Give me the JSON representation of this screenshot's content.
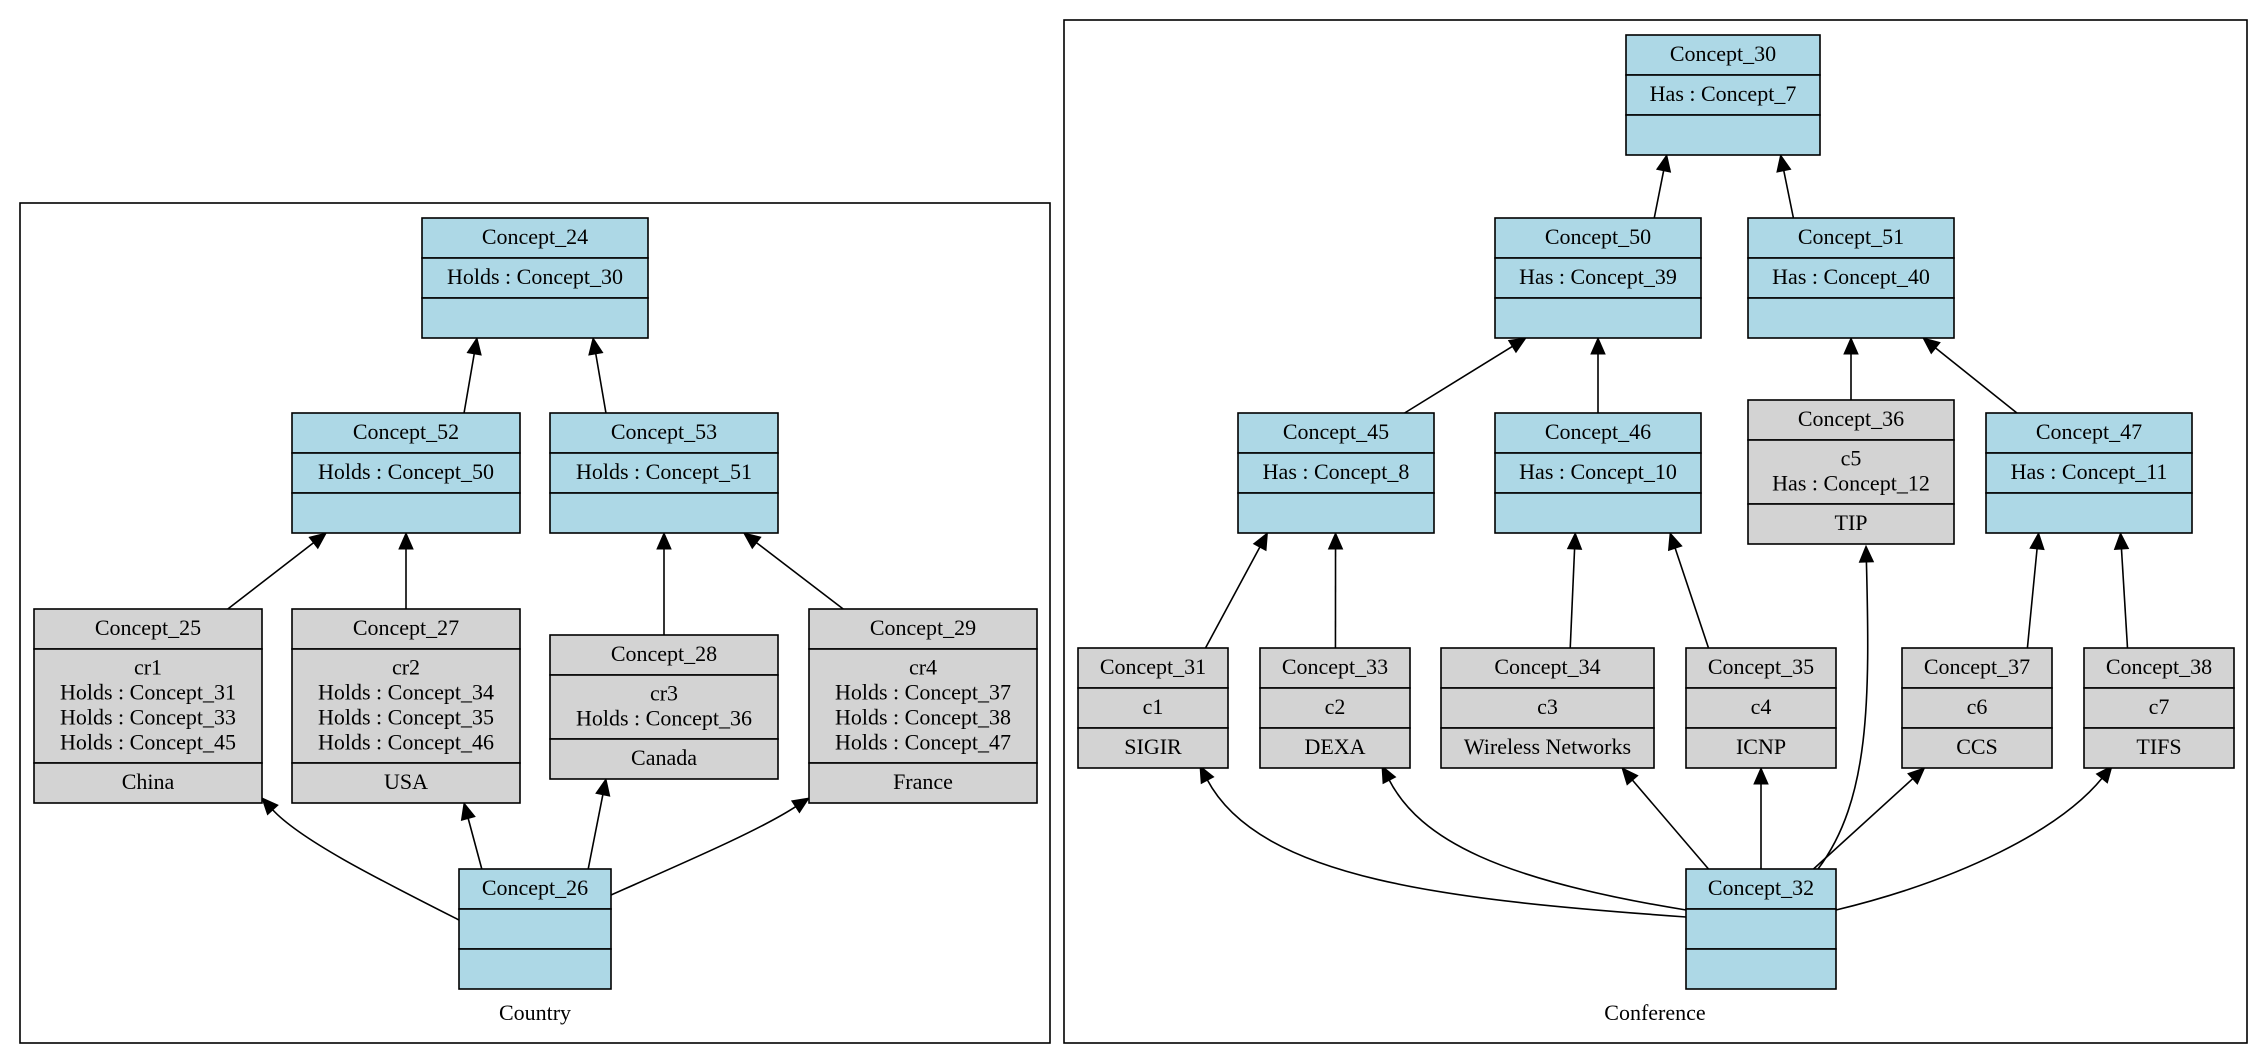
{
  "clusters": {
    "country": {
      "label": "Country"
    },
    "conference": {
      "label": "Conference"
    }
  },
  "colors": {
    "concept": "#add8e6",
    "instance": "#d3d3d3",
    "line": "#000000"
  },
  "nodes": {
    "c24": {
      "title": "Concept_24",
      "attrs": [
        "Holds : Concept_30"
      ],
      "extra": []
    },
    "c52": {
      "title": "Concept_52",
      "attrs": [
        "Holds : Concept_50"
      ],
      "extra": []
    },
    "c53": {
      "title": "Concept_53",
      "attrs": [
        "Holds : Concept_51"
      ],
      "extra": []
    },
    "c25": {
      "title": "Concept_25",
      "attrs": [
        "cr1",
        "Holds : Concept_31",
        "Holds : Concept_33",
        "Holds : Concept_45"
      ],
      "extra": [
        "China"
      ]
    },
    "c27": {
      "title": "Concept_27",
      "attrs": [
        "cr2",
        "Holds : Concept_34",
        "Holds : Concept_35",
        "Holds : Concept_46"
      ],
      "extra": [
        "USA"
      ]
    },
    "c28": {
      "title": "Concept_28",
      "attrs": [
        "cr3",
        "Holds : Concept_36"
      ],
      "extra": [
        "Canada"
      ]
    },
    "c29": {
      "title": "Concept_29",
      "attrs": [
        "cr4",
        "Holds : Concept_37",
        "Holds : Concept_38",
        "Holds : Concept_47"
      ],
      "extra": [
        "France"
      ]
    },
    "c26": {
      "title": "Concept_26",
      "attrs": [],
      "extra": []
    },
    "c30": {
      "title": "Concept_30",
      "attrs": [
        "Has : Concept_7"
      ],
      "extra": []
    },
    "c50": {
      "title": "Concept_50",
      "attrs": [
        "Has : Concept_39"
      ],
      "extra": []
    },
    "c51": {
      "title": "Concept_51",
      "attrs": [
        "Has : Concept_40"
      ],
      "extra": []
    },
    "c45": {
      "title": "Concept_45",
      "attrs": [
        "Has : Concept_8"
      ],
      "extra": []
    },
    "c46": {
      "title": "Concept_46",
      "attrs": [
        "Has : Concept_10"
      ],
      "extra": []
    },
    "c36": {
      "title": "Concept_36",
      "attrs": [
        "c5",
        "Has : Concept_12"
      ],
      "extra": [
        "TIP"
      ]
    },
    "c47": {
      "title": "Concept_47",
      "attrs": [
        "Has : Concept_11"
      ],
      "extra": []
    },
    "c31": {
      "title": "Concept_31",
      "attrs": [
        "c1"
      ],
      "extra": [
        "SIGIR"
      ]
    },
    "c33": {
      "title": "Concept_33",
      "attrs": [
        "c2"
      ],
      "extra": [
        "DEXA"
      ]
    },
    "c34": {
      "title": "Concept_34",
      "attrs": [
        "c3"
      ],
      "extra": [
        "Wireless Networks"
      ]
    },
    "c35": {
      "title": "Concept_35",
      "attrs": [
        "c4"
      ],
      "extra": [
        "ICNP"
      ]
    },
    "c37": {
      "title": "Concept_37",
      "attrs": [
        "c6"
      ],
      "extra": [
        "CCS"
      ]
    },
    "c38": {
      "title": "Concept_38",
      "attrs": [
        "c7"
      ],
      "extra": [
        "TIFS"
      ]
    },
    "c32": {
      "title": "Concept_32",
      "attrs": [],
      "extra": []
    }
  },
  "edges": [
    {
      "from": "c52",
      "to": "c24"
    },
    {
      "from": "c53",
      "to": "c24"
    },
    {
      "from": "c25",
      "to": "c52"
    },
    {
      "from": "c27",
      "to": "c52"
    },
    {
      "from": "c28",
      "to": "c53"
    },
    {
      "from": "c29",
      "to": "c53"
    },
    {
      "from": "c26",
      "to": "c25"
    },
    {
      "from": "c26",
      "to": "c27"
    },
    {
      "from": "c26",
      "to": "c28"
    },
    {
      "from": "c26",
      "to": "c29"
    },
    {
      "from": "c50",
      "to": "c30"
    },
    {
      "from": "c51",
      "to": "c30"
    },
    {
      "from": "c45",
      "to": "c50"
    },
    {
      "from": "c46",
      "to": "c50"
    },
    {
      "from": "c36",
      "to": "c51"
    },
    {
      "from": "c47",
      "to": "c51"
    },
    {
      "from": "c31",
      "to": "c45"
    },
    {
      "from": "c33",
      "to": "c45"
    },
    {
      "from": "c34",
      "to": "c46"
    },
    {
      "from": "c35",
      "to": "c46"
    },
    {
      "from": "c37",
      "to": "c47"
    },
    {
      "from": "c38",
      "to": "c47"
    },
    {
      "from": "c32",
      "to": "c31"
    },
    {
      "from": "c32",
      "to": "c33"
    },
    {
      "from": "c32",
      "to": "c34"
    },
    {
      "from": "c32",
      "to": "c35"
    },
    {
      "from": "c32",
      "to": "c36"
    },
    {
      "from": "c32",
      "to": "c37"
    },
    {
      "from": "c32",
      "to": "c38"
    }
  ]
}
